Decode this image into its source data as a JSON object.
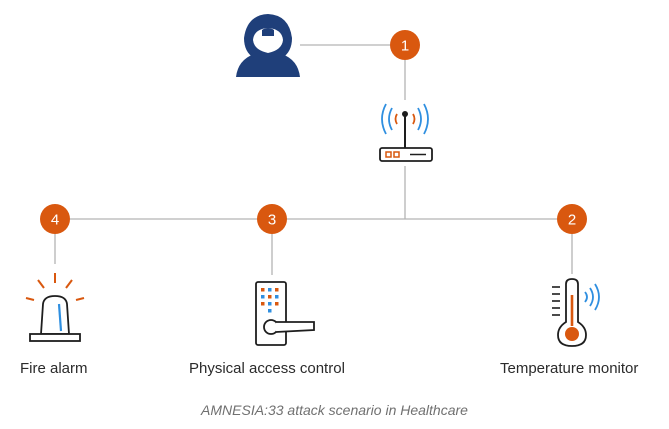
{
  "colors": {
    "accent": "#d9580f",
    "navy": "#1f3f7a",
    "line": "#b3b3b3",
    "blue": "#2f8fe0",
    "ink": "#1e1e1e"
  },
  "steps": [
    {
      "number": "1",
      "node": "attacker-to-router"
    },
    {
      "number": "2",
      "node": "temperature-monitor"
    },
    {
      "number": "3",
      "node": "physical-access-control"
    },
    {
      "number": "4",
      "node": "fire-alarm"
    }
  ],
  "devices": {
    "fire_alarm": {
      "label": "Fire alarm",
      "icon": "siren-icon"
    },
    "access_control": {
      "label": "Physical access control",
      "icon": "door-lock-keypad-icon"
    },
    "temp_monitor": {
      "label": "Temperature monitor",
      "icon": "thermometer-icon"
    },
    "router": {
      "icon": "wifi-router-icon"
    },
    "attacker": {
      "icon": "hooded-hacker-icon"
    }
  },
  "caption": "AMNESIA:33 attack scenario in Healthcare"
}
